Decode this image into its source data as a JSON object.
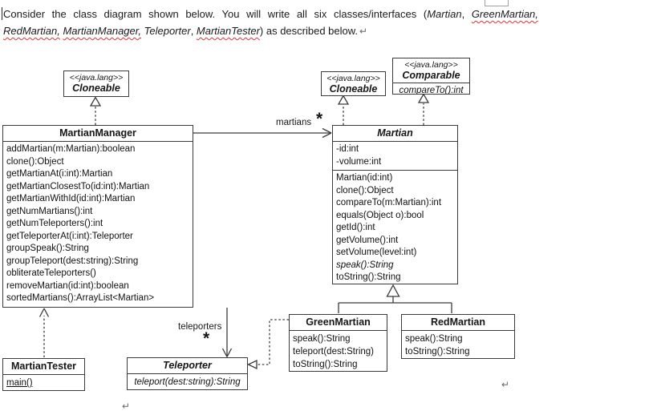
{
  "intro": {
    "line1": [
      {
        "t": "Consider the class diagram shown below. You will write all six classes/interfaces ("
      },
      {
        "t": "Martian",
        "i": true
      },
      {
        "t": ", "
      },
      {
        "t": "GreenMartian,",
        "i": true,
        "sq": true
      }
    ],
    "line2": [
      {
        "t": "RedMartian,",
        "i": true,
        "sq": true
      },
      {
        "t": " "
      },
      {
        "t": "MartianManager,",
        "i": true,
        "sq": true
      },
      {
        "t": " "
      },
      {
        "t": "Teleporter",
        "i": true
      },
      {
        "t": ", "
      },
      {
        "t": "MartianTester",
        "i": true,
        "sq": true
      },
      {
        "t": ") as described below."
      }
    ],
    "return_mark": "↵"
  },
  "diagram": {
    "cloneable_left": {
      "stereotype": "<<java.lang>>",
      "name": "Cloneable"
    },
    "cloneable_mid": {
      "stereotype": "<<java.lang>>",
      "name": "Cloneable"
    },
    "comparable": {
      "stereotype": "<<java.lang>>",
      "name": "Comparable",
      "members": [
        {
          "t": "compareTo():int",
          "i": true
        }
      ]
    },
    "martian_manager": {
      "name": "MartianManager",
      "members": [
        "addMartian(m:Martian):boolean",
        "clone():Object",
        "getMartianAt(i:int):Martian",
        "getMartianClosestTo(id:int):Martian",
        "getMartianWithId(id:int):Martian",
        "getNumMartians():int",
        "getNumTeleporters():int",
        "getTeleporterAt(i:int):Teleporter",
        "groupSpeak():String",
        "groupTeleport(dest:string):String",
        "obliterateTeleporters()",
        "removeMartian(id:int):boolean",
        "sortedMartians():ArrayList<Martian>"
      ]
    },
    "martian": {
      "name": "Martian",
      "attributes": [
        "-id:int",
        "-volume:int"
      ],
      "members": [
        "Martian(id:int)",
        "clone():Object",
        "compareTo(m:Martian):int",
        "equals(Object o):bool",
        "getId():int",
        "getVolume():int",
        "setVolume(level:int)",
        {
          "t": "speak():String",
          "i": true
        },
        "toString():String"
      ]
    },
    "green_martian": {
      "name": "GreenMartian",
      "members": [
        "speak():String",
        "teleport(dest:String)",
        "toString():String"
      ]
    },
    "red_martian": {
      "name": "RedMartian",
      "members": [
        "speak():String",
        "toString():String"
      ]
    },
    "martian_tester": {
      "name": "MartianTester",
      "members": [
        {
          "t": "main()",
          "u": true
        }
      ]
    },
    "teleporter": {
      "name": "Teleporter",
      "members": [
        {
          "t": "teleport(dest:string):String",
          "i": true
        }
      ]
    },
    "labels": {
      "martians": "martians",
      "teleporters": "teleporters",
      "many": "*"
    }
  },
  "colors": {
    "line": "#3a3a3a",
    "squiggle": "#e03131",
    "text": "#1a1a1a",
    "mark": "#6a6a6a"
  }
}
